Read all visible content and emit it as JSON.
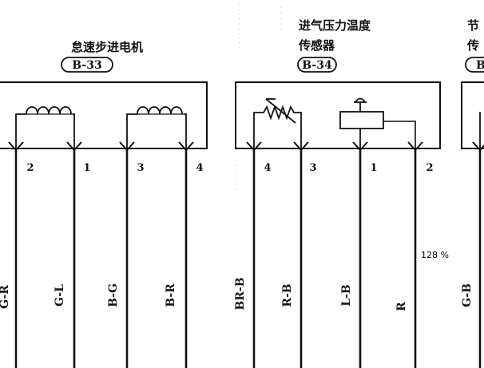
{
  "components": [
    {
      "name": "怠速步进电机",
      "connector": "B-33",
      "pins": [
        "2",
        "1",
        "3",
        "4"
      ],
      "wires": [
        "G-R",
        "G-L",
        "B-G",
        "B-R"
      ]
    },
    {
      "name_lines": [
        "进气压力温度",
        "传感器"
      ],
      "connector": "B-34",
      "pins": [
        "4",
        "3",
        "1",
        "2"
      ],
      "wires": [
        "BR-B",
        "R-B",
        "L-B",
        "R"
      ]
    },
    {
      "name_partial": [
        "节",
        "传"
      ],
      "connector_partial": "B",
      "wires": [
        "G-B"
      ]
    }
  ],
  "zoom_label": "128 %",
  "colors": {
    "ink": "#111111",
    "paper": "#ffffff"
  },
  "icons": [
    "coil-symbol",
    "thermistor-symbol",
    "pressure-sensor-symbol"
  ]
}
